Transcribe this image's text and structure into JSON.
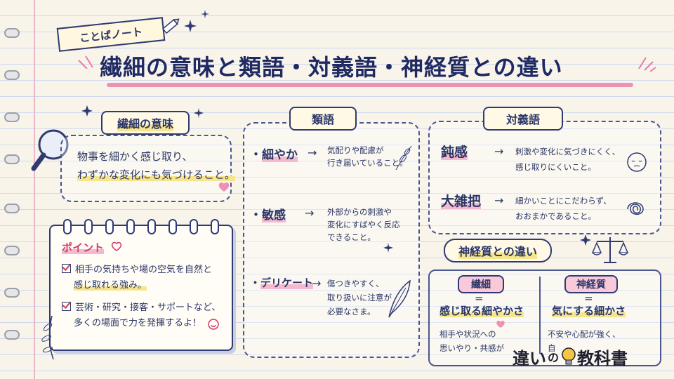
{
  "header": {
    "tag": "ことばノート",
    "title": "繊細の意味と類語・対義語・神経質との違い"
  },
  "meaning": {
    "label": "繊細の意味",
    "line1": "物事を細かく感じ取り、",
    "line2": "わずかな変化にも気づけること。"
  },
  "point": {
    "label": "ポイント",
    "items": [
      {
        "line1": "相手の気持ちや場の空気を自然と",
        "line2": "感じ取れる強み。"
      },
      {
        "line1": "芸術・研究・接客・サポートなど、",
        "line2": "多くの場面で力を発揮するよ！"
      }
    ]
  },
  "synonyms": {
    "label": "類語",
    "items": [
      {
        "term": "細やか",
        "line1": "気配りや配慮が",
        "line2": "行き届いていること。",
        "line3": ""
      },
      {
        "term": "敏感",
        "line1": "外部からの刺激や",
        "line2": "変化にすばやく反応",
        "line3": "できること。"
      },
      {
        "term": "デリケート",
        "line1": "傷つきやすく、",
        "line2": "取り扱いに注意が",
        "line3": "必要なさま。"
      }
    ]
  },
  "antonyms": {
    "label": "対義語",
    "items": [
      {
        "term": "鈍感",
        "line1": "刺激や変化に気づきにくく、",
        "line2": "感じ取りにくいこと。"
      },
      {
        "term": "大雑把",
        "line1": "細かいことにこだわらず、",
        "line2": "おおまかであること。"
      }
    ]
  },
  "difference": {
    "label": "神経質との違い",
    "left": {
      "head": "繊細",
      "eq": "=",
      "desc": "感じ取る細やかさ",
      "note1": "相手や状況への",
      "note2": "思いやり・共感が"
    },
    "right": {
      "head": "神経質",
      "eq": "=",
      "desc": "気にする細かさ",
      "note1": "不安や心配が強く、",
      "note2": "自"
    }
  },
  "brand": {
    "part1": "違い",
    "part2": "の",
    "part3": "教科書"
  },
  "colors": {
    "ink": "#2a3566",
    "accent_pink": "#e97aa6",
    "highlight_yellow": "#f7e58c",
    "paper": "#f8f4ea"
  }
}
